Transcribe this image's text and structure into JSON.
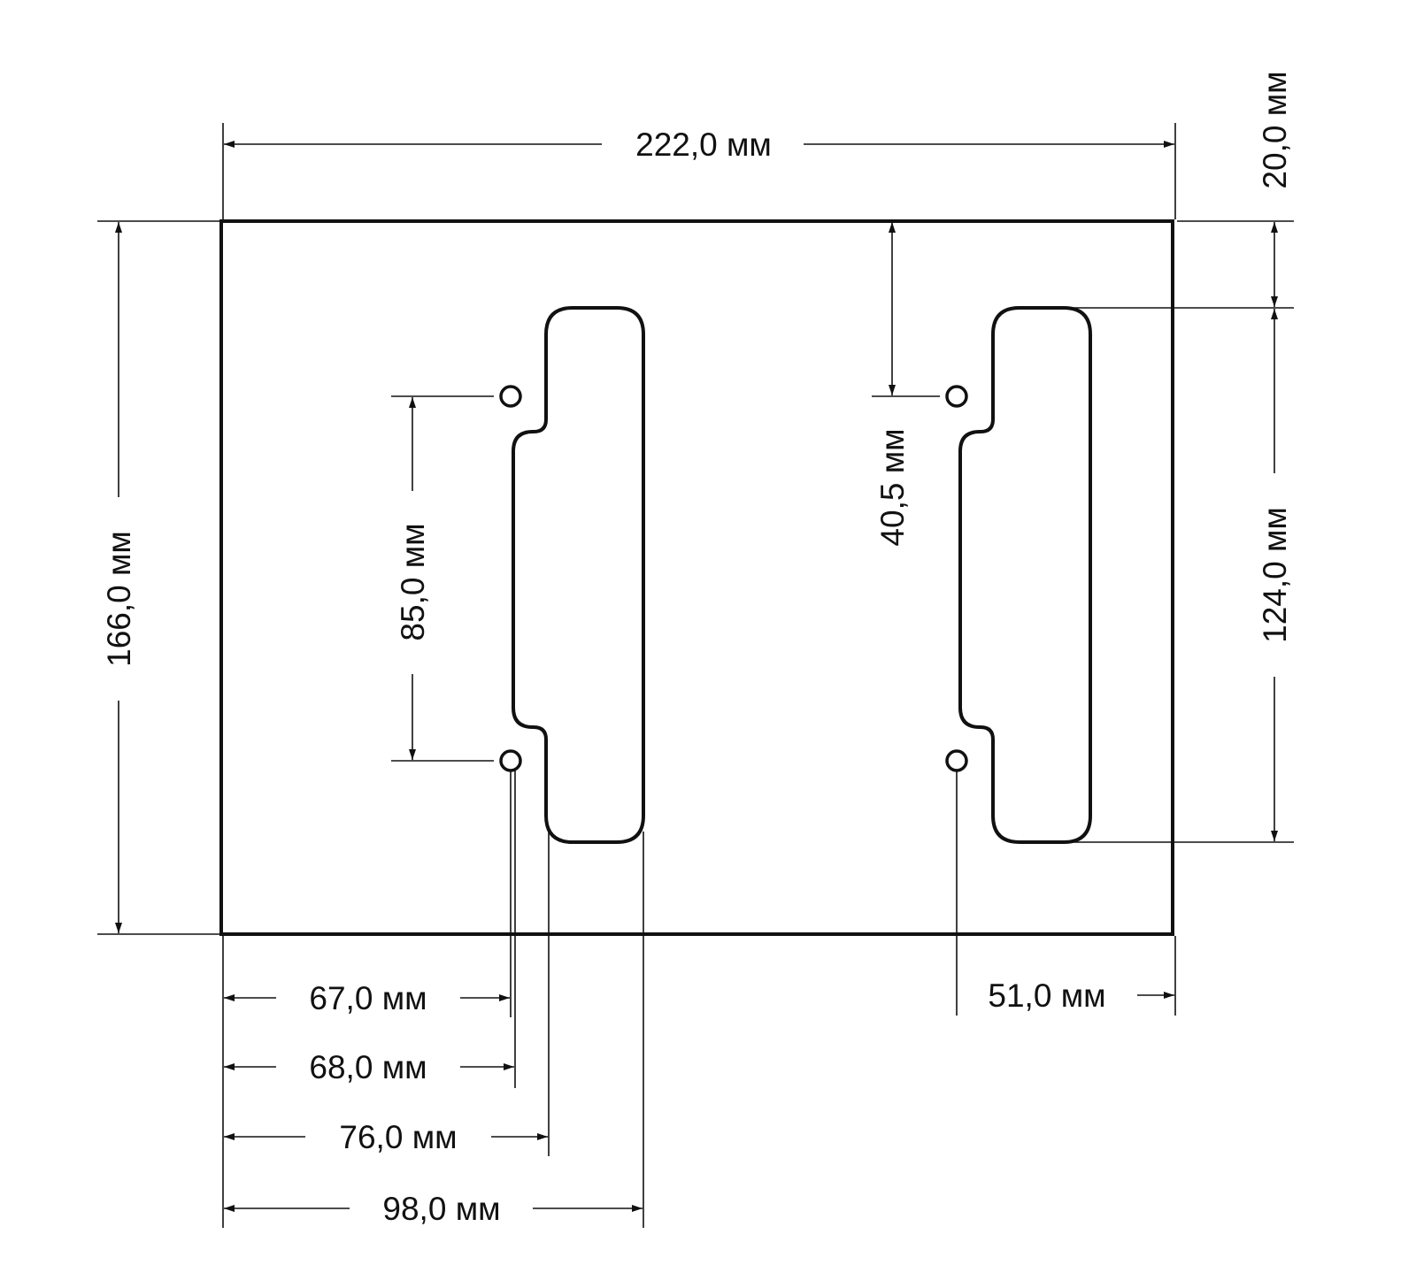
{
  "colors": {
    "line": "#111111",
    "background": "#ffffff"
  },
  "dimensions": {
    "width": "222,0 мм",
    "height": "166,0 мм",
    "top_offset": "20,0 мм",
    "slot_length": "124,0 мм",
    "hole_to_top": "40,5 мм",
    "hole_spacing": "85,0 мм",
    "hole_left_x": "67,0 мм",
    "hole_left_x2": "68,0 мм",
    "slot_left_x": "76,0 мм",
    "slot_right_x": "98,0 мм",
    "hole_right_from_edge": "51,0 мм"
  }
}
